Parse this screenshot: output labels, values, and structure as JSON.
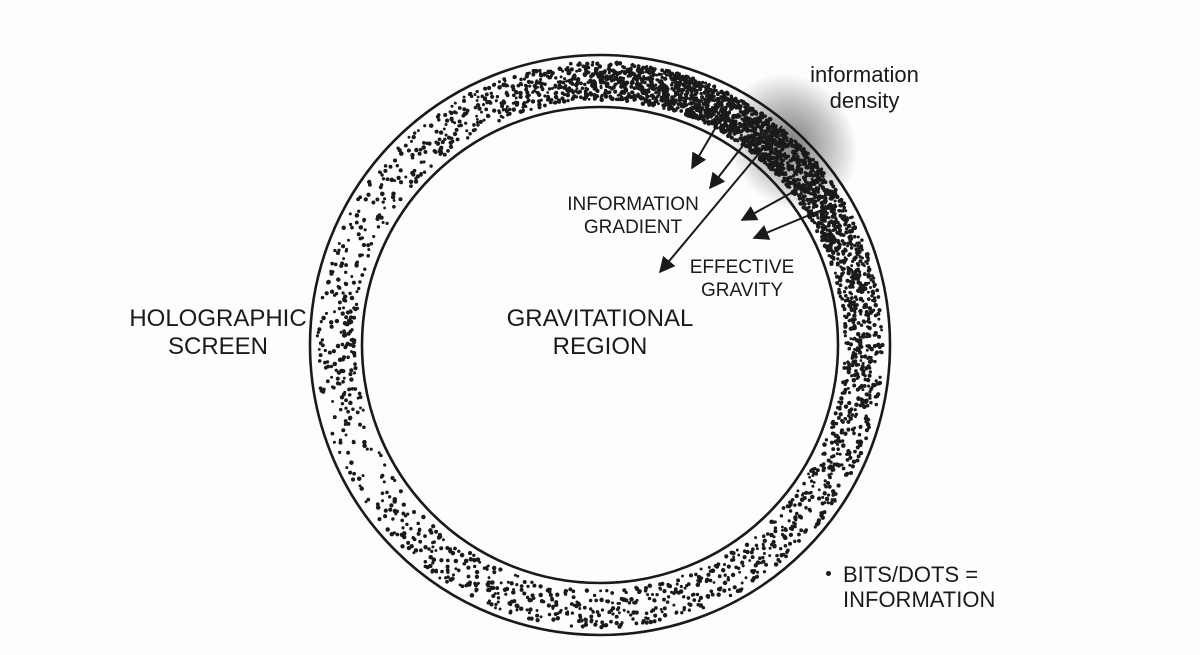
{
  "labels": {
    "holographic_screen": [
      "HOLOGRAPHIC",
      "SCREEN"
    ],
    "gravitational_region": [
      "GRAVITATIONAL",
      "REGION"
    ],
    "information_gradient": [
      "INFORMATION",
      "GRADIENT"
    ],
    "effective_gravity": [
      "EFFECTIVE",
      "GRAVITY"
    ],
    "information_density": [
      "information",
      "density"
    ]
  },
  "legend": {
    "lines": [
      "BITS/DOTS =",
      "INFORMATION"
    ]
  },
  "colors": {
    "ink": "#1a1a1a",
    "background": "#fdfdfb"
  }
}
